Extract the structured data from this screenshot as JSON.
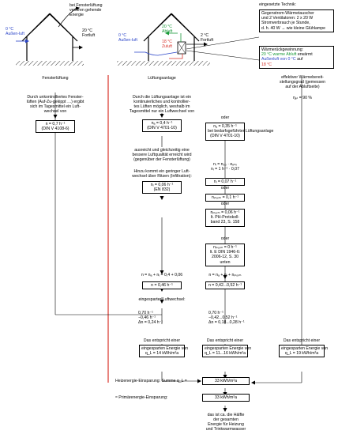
{
  "house1": {
    "outside_temp": "0 °C",
    "outside_label": "Außen-luft",
    "loss_line1": "bei Fensterlüftung",
    "loss_line2": "verloren gehende",
    "loss_line3": "Energie",
    "exhaust_temp": "20 °C",
    "exhaust_label": "Fortluft"
  },
  "house2": {
    "outside_temp": "0 °C",
    "outside_label": "Außen-luft",
    "extract_temp": "20 °C",
    "extract_label": "Abluft",
    "supply_temp": "18 °C",
    "supply_label": "Zuluft",
    "exhaust_temp": "2 °C",
    "exhaust_label": "Fortluft"
  },
  "technology": {
    "heading": "eingesetzte Technik:",
    "line1": "Gegenstrom-Wärmetauscher",
    "line2": "und 2 Ventilatoren: 2 x 20 W",
    "line3": "Stromverbrauch je Stunde,",
    "line4": "d. h. 40 W → wie kleine Glühlampe"
  },
  "recovery": {
    "line1": "Wärmerückgewinnung:",
    "line2a": "20 °C warme Abluft",
    "line2b": "erwärmt",
    "line3a": "Außenluft von 0 °C",
    "line3b": "auf",
    "line4": "18 °C"
  },
  "left": {
    "heading": "Fensterlüftung",
    "desc1": "Durch unkontrolliertes Fenster-",
    "desc2": "lüften (Auf-Zu-gekippt …) ergibt",
    "desc3": "sich im Tagesmittel ein Luft-",
    "desc4": "wechsel von",
    "box1": "n = 0,7 h⁻¹",
    "box2": "(DIN V 4108-6)"
  },
  "mid": {
    "heading": "Lüftungsanlage",
    "desc1": "Durch die Lüftungsanlage ist ein",
    "desc2": "kontinuierliches und kontrollier-",
    "desc3": "tes Lüften möglich, weshalb im",
    "desc4": "Tagesmittel nur ein Luftwechsel von",
    "box1a": "nₐ = 0,4 h⁻¹",
    "box1b": "(DIN V 4701-10)",
    "quality1": "ausreicht und gleichzeitig eine",
    "quality2": "bessere Luftqualität erreicht wird",
    "quality3": "(gegenüber der Fensterlüftung)",
    "infil1": "Hinzu kommt ein geringer Luft-",
    "infil2": "wechsel über Ritzen (Infiltration):",
    "box2a": "nᵢ = 0,06 h⁻¹",
    "box2b": "(EN 832)",
    "sum": "n = nₐ + nᵢ = 0,4 + 0,06",
    "total": "n = 0,46 h⁻¹",
    "saved_heading": "eingesparter Luftwechsel:"
  },
  "right": {
    "heading1": "effektiver Wärmebereit-",
    "heading2": "stellungsgrad (gemessen",
    "heading3": "auf der Abluftseite)",
    "heading4": "",
    "rate": "ηₑₜ = 90 %"
  },
  "alt": {
    "or": "oder",
    "box1a": "nₐ = 0,35 h⁻¹",
    "box1b": "bei bedarfsgeführter Lüftungsanlage",
    "box1c": "(DIN V 4701-10)",
    "formula1": "nᵢ = n₅₀ · eₑₙᵥ",
    "formula2": "nᵢ = 1 h⁻¹ · 0,07",
    "box2": "nᵢ = 0,07 h⁻¹",
    "box3": "nᵢₙₒᵣₘ = 0,1 h⁻¹",
    "box4a": "nᵢₙₒᵣₘ = 0,06 h⁻¹",
    "box4b": "lt. PH-Protokoll-",
    "box4c": "band 23, S. 158",
    "box4d": "",
    "box5a": "nᵢₙₒᵣₘ = 0 h⁻¹",
    "box5b": "lt. E DIN 1946-6:",
    "box5c": "2006-12, S. 30",
    "box5d": "unten",
    "sum": "n = nₐ + nᵢ + nᵢₙₒᵣₘ",
    "total": "n = 0,42...0,52 h⁻¹"
  },
  "saved_left": {
    "l1": "0,70 h⁻¹",
    "l2": "−0,46 h⁻¹",
    "l3": "Δn = 0,24 h⁻¹"
  },
  "saved_right": {
    "l1": "0,70 h⁻¹",
    "l2": "−0,42...0,52 h⁻¹",
    "l3": "Δn = 0,18...0,28 h⁻¹"
  },
  "energy": {
    "equals": "Das entspricht einer",
    "box_l1": "eingesparten Energie von",
    "box_l2": "q_L = 14 kWh/m²a",
    "box_m1": "eingesparten Energie von",
    "box_m2": "q_L = 11...16 kWh/m²a",
    "box_r1": "eingesparten Energie von",
    "box_r2": "q_L = 19 kWh/m²a"
  },
  "bottom": {
    "heating_label": "Heizenergie-Einsparung: Summe q_L =",
    "heating_value": "33 kWh/m²a",
    "primary_label": "≈ Primärenergie-Einsparung:",
    "primary_value": "33 kWh/m²a",
    "concl1": "das ist ca. die Hälfte",
    "concl2": "der gesamten",
    "concl3": "Energie für Heizung",
    "concl4": "und Trinkwarmwasser"
  }
}
